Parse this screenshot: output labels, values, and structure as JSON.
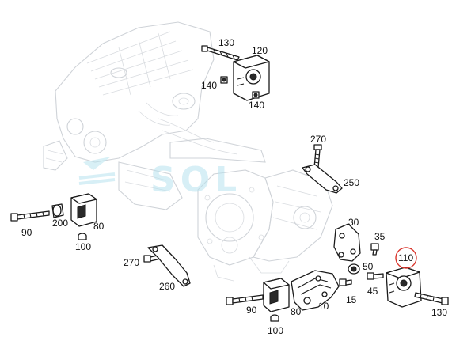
{
  "watermark": {
    "text": "SOL"
  },
  "highlight_color": "#d9342b",
  "callouts": {
    "c130_top": "130",
    "c120": "120",
    "c140_left": "140",
    "c140_bottom": "140",
    "c270_top": "270",
    "c250": "250",
    "c90_left": "90",
    "c200": "200",
    "c80_left": "80",
    "c100_left": "100",
    "c30": "30",
    "c35": "35",
    "c110": "110",
    "c270_bottom": "270",
    "c50": "50",
    "c260": "260",
    "c15": "15",
    "c45": "45",
    "c90_bottom": "90",
    "c80_bottom": "80",
    "c10": "10",
    "c130_bottom": "130",
    "c100_bottom": "100"
  }
}
